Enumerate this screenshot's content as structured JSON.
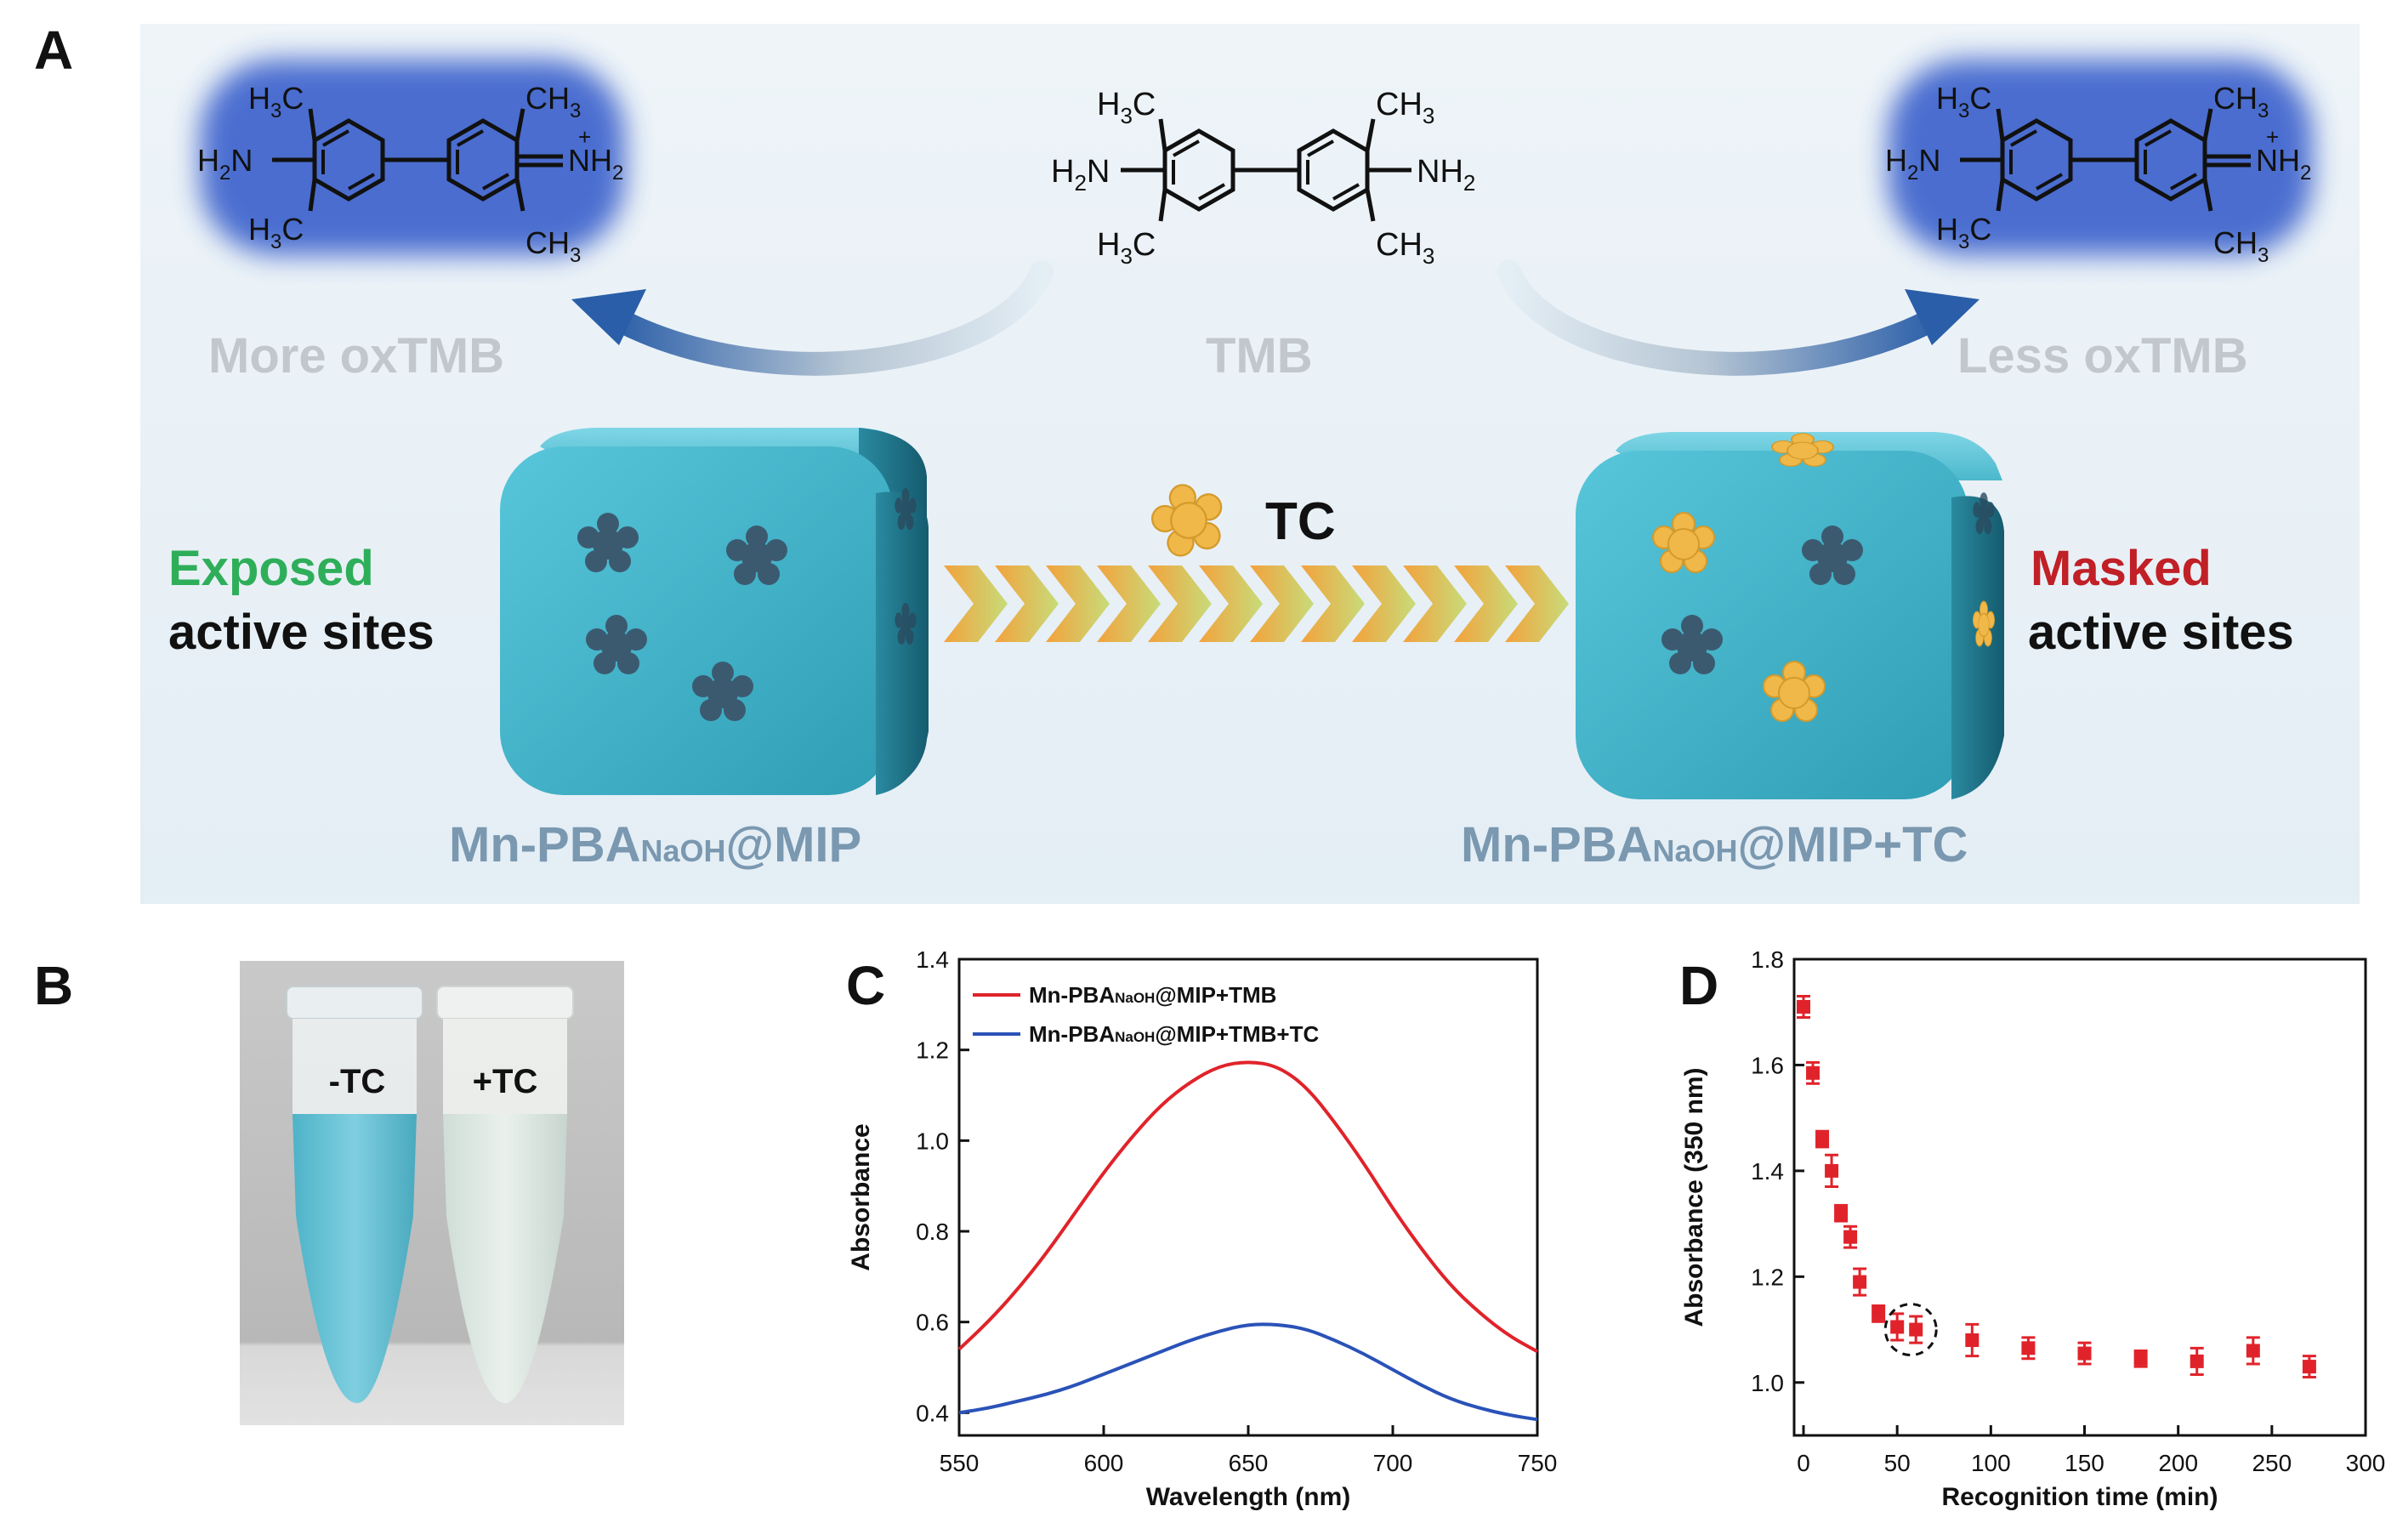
{
  "panels": {
    "a": "A",
    "b": "B",
    "c": "C",
    "d": "D"
  },
  "scheme": {
    "left_product": "More oxTMB",
    "center_substrate": "TMB",
    "right_product": "Less oxTMB",
    "left_state_word": "Exposed",
    "left_state_rest": "active sites",
    "right_state_word": "Masked",
    "right_state_rest": "active sites",
    "analyte": "TC",
    "left_material_pre": "Mn-PBA",
    "left_material_sub": "NaOH",
    "left_material_post": "@MIP",
    "right_material_pre": "Mn-PBA",
    "right_material_sub": "NaOH",
    "right_material_post": "@MIP+TC",
    "groups": {
      "ch3": "CH",
      "h3c": "H",
      "c": "C",
      "three": "3",
      "two": "2",
      "nh": "NH",
      "h2n_h": "H",
      "h2n_n": "N",
      "plus": "+",
      "eq": "="
    }
  },
  "photo": {
    "left_tube": "-TC",
    "right_tube": "+TC",
    "colors": {
      "left_liquid": "#6fc4d6",
      "right_liquid": "#dde8e2"
    }
  },
  "chart_data": [
    {
      "type": "line",
      "panel": "C",
      "xlabel": "Wavelength (nm)",
      "ylabel": "Absorbance",
      "xlim": [
        550,
        750
      ],
      "ylim": [
        0.35,
        1.4
      ],
      "xticks": [
        550,
        600,
        650,
        700,
        750
      ],
      "yticks": [
        0.4,
        0.6,
        0.8,
        1.0,
        1.2,
        1.4
      ],
      "legend_location": "top-left",
      "series": [
        {
          "name_pre": "Mn-PBA",
          "name_sub": "NaOH",
          "name_post": "@MIP+TMB",
          "color": "#e0232a",
          "x": [
            550,
            560,
            570,
            580,
            590,
            600,
            610,
            620,
            630,
            640,
            650,
            660,
            670,
            680,
            690,
            700,
            710,
            720,
            730,
            740,
            750
          ],
          "y": [
            0.54,
            0.6,
            0.67,
            0.75,
            0.84,
            0.93,
            1.01,
            1.08,
            1.13,
            1.165,
            1.175,
            1.165,
            1.12,
            1.04,
            0.95,
            0.85,
            0.76,
            0.68,
            0.62,
            0.57,
            0.535
          ]
        },
        {
          "name_pre": "Mn-PBA",
          "name_sub": "NaOH",
          "name_post": "@MIP+TMB+TC",
          "color": "#2a52b8",
          "x": [
            550,
            560,
            570,
            580,
            590,
            600,
            610,
            620,
            630,
            640,
            650,
            660,
            670,
            680,
            690,
            700,
            710,
            720,
            730,
            740,
            750
          ],
          "y": [
            0.4,
            0.41,
            0.425,
            0.44,
            0.46,
            0.485,
            0.51,
            0.535,
            0.56,
            0.58,
            0.595,
            0.595,
            0.585,
            0.56,
            0.53,
            0.495,
            0.46,
            0.43,
            0.41,
            0.395,
            0.385
          ]
        }
      ]
    },
    {
      "type": "scatter",
      "panel": "D",
      "xlabel": "Recognition time (min)",
      "ylabel": "Absorbance (350 nm)",
      "xlim": [
        -5,
        300
      ],
      "ylim": [
        0.9,
        1.8
      ],
      "xticks": [
        0,
        50,
        100,
        150,
        200,
        250,
        300
      ],
      "yticks": [
        1.0,
        1.2,
        1.4,
        1.6,
        1.8
      ],
      "color": "#e0232a",
      "annotation": "dashed circle around point at 60 min",
      "circled_x": 60,
      "series": [
        {
          "x": [
            0,
            5,
            10,
            15,
            20,
            25,
            30,
            40,
            50,
            60,
            90,
            120,
            150,
            180,
            210,
            240,
            270
          ],
          "y": [
            1.71,
            1.585,
            1.46,
            1.4,
            1.32,
            1.275,
            1.19,
            1.13,
            1.105,
            1.1,
            1.08,
            1.065,
            1.055,
            1.045,
            1.04,
            1.06,
            1.03
          ],
          "err": [
            0.02,
            0.02,
            0.015,
            0.03,
            0.015,
            0.02,
            0.025,
            0.015,
            0.025,
            0.025,
            0.03,
            0.02,
            0.02,
            0.015,
            0.025,
            0.025,
            0.02
          ]
        }
      ]
    }
  ]
}
